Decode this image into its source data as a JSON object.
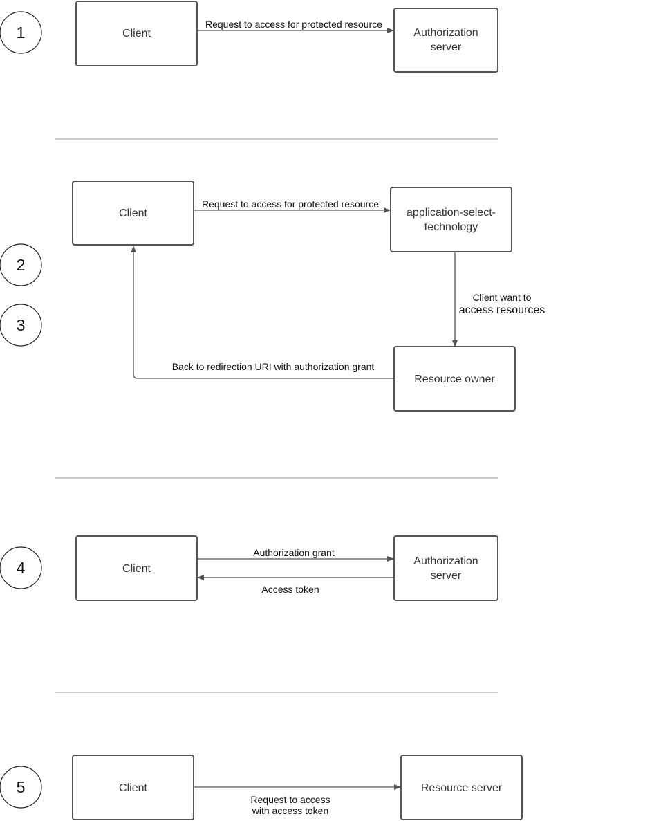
{
  "steps": [
    "1",
    "2",
    "3",
    "4",
    "5"
  ],
  "section1": {
    "client": "Client",
    "auth_server": [
      "Authorization",
      "server"
    ],
    "request": "Request to access for protected resource"
  },
  "section2": {
    "client": "Client",
    "app": [
      "application-select-",
      "technology"
    ],
    "request": "Request to access for protected resource",
    "client_want": "Client want to",
    "access_resources": "access resources",
    "resource_owner": "Resource owner",
    "back_redirect": "Back to redirection URI with authorization grant"
  },
  "section3": {
    "client": "Client",
    "auth_server": [
      "Authorization",
      "server"
    ],
    "grant": "Authorization grant",
    "token": "Access token"
  },
  "section4": {
    "client": "Client",
    "resource_server": "Resource server",
    "request": [
      "Request to access",
      "with access token"
    ]
  }
}
